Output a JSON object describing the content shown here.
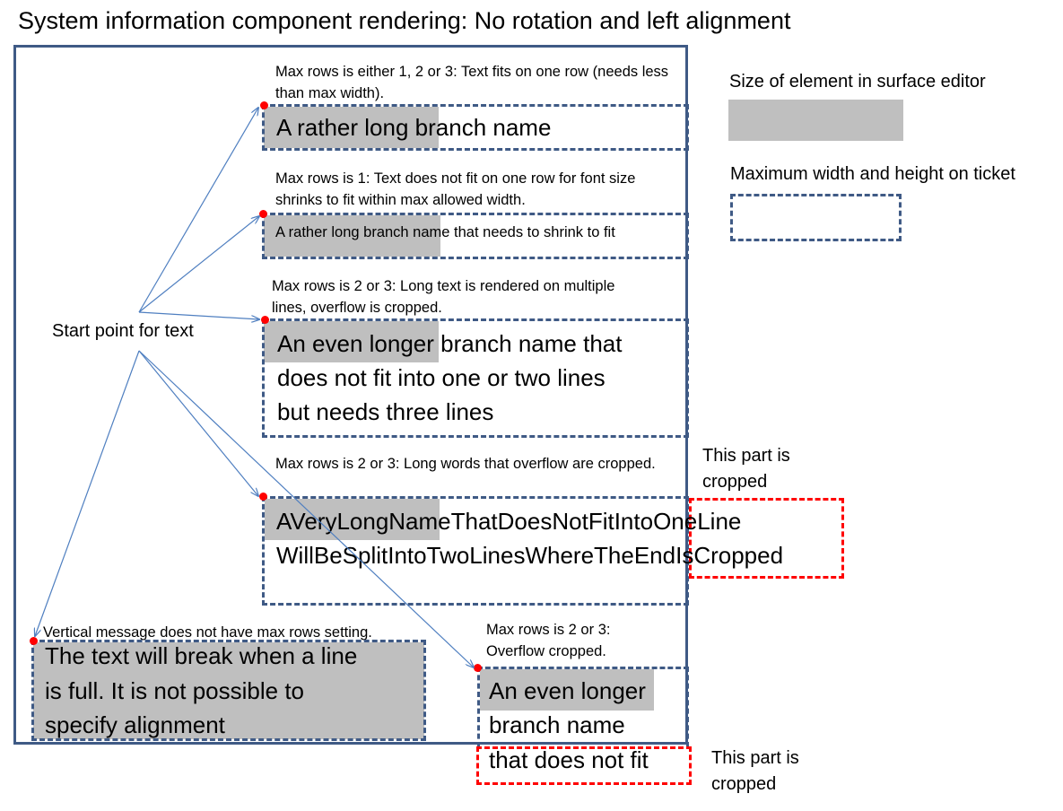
{
  "title": "System information component rendering: No rotation and left alignment",
  "legend": {
    "size_label": "Size of element in surface editor",
    "max_label": "Maximum width and height on ticket"
  },
  "start_label": "Start point for text",
  "boxes": [
    {
      "note": "Max rows is either 1, 2 or 3: Text fits on one row (needs less than max width).",
      "lines": [
        "A rather long branch name"
      ]
    },
    {
      "note": "Max rows is 1: Text does not fit on one row for font size shrinks to fit within max allowed width.",
      "lines": [
        "A rather long branch name that needs to shrink to fit"
      ]
    },
    {
      "note": "Max rows is 2 or 3: Long text is rendered on multiple lines, overflow is cropped.",
      "lines": [
        "An even longer branch name that",
        "does not fit into one or two lines",
        "but needs three lines"
      ]
    },
    {
      "note": "Max rows is 2 or 3: Long words that overflow are cropped.",
      "lines": [
        "AVeryLongNameThatDoesNotFitIntoOneLine",
        "WillBeSplitIntoTwoLinesWhereTheEndIsCropped"
      ],
      "cropped_label": "This part is cropped"
    },
    {
      "note": "Vertical message does not have max rows setting.",
      "lines": [
        "The text will break when a line",
        "is full. It is not possible to",
        "specify alignment"
      ]
    },
    {
      "note_lines": [
        "Max rows  is 2 or 3:",
        "Overflow cropped."
      ],
      "lines": [
        "An even longer",
        "branch name",
        "that does not fit"
      ],
      "cropped_label": "This part is cropped"
    }
  ],
  "colors": {
    "frame": "#3f5a85",
    "gray_fill": "#bfbfbf",
    "crop_border": "#ff0000",
    "start_dot": "#ff0000",
    "arrow": "#4f7fc0"
  }
}
